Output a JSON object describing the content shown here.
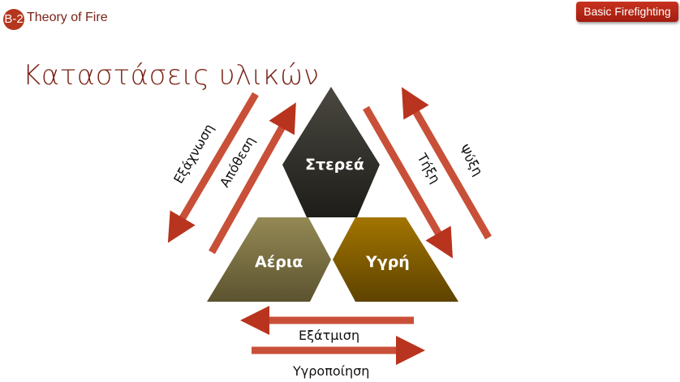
{
  "header": {
    "badge": "B-2",
    "title": "Theory of Fire",
    "course": "Basic Firefighting"
  },
  "slide": {
    "title": "Καταστάσεις υλικών"
  },
  "states": {
    "solid": "Στερεά",
    "gas": "Αέρια",
    "liquid": "Υγρή"
  },
  "transitions": {
    "sublimation": "Εξάχνωση",
    "deposition": "Απόθεση",
    "melting": "Τήξη",
    "freezing": "Ψύξη",
    "evaporation": "Εξάτμιση",
    "condensation": "Υγροποίηση"
  },
  "colors": {
    "accent": "#b5361c",
    "title": "#7a2316",
    "arrow": "#c0432b",
    "solid": "#2c2b26",
    "gas": "#7d7244",
    "liquid": "#8a6200"
  }
}
